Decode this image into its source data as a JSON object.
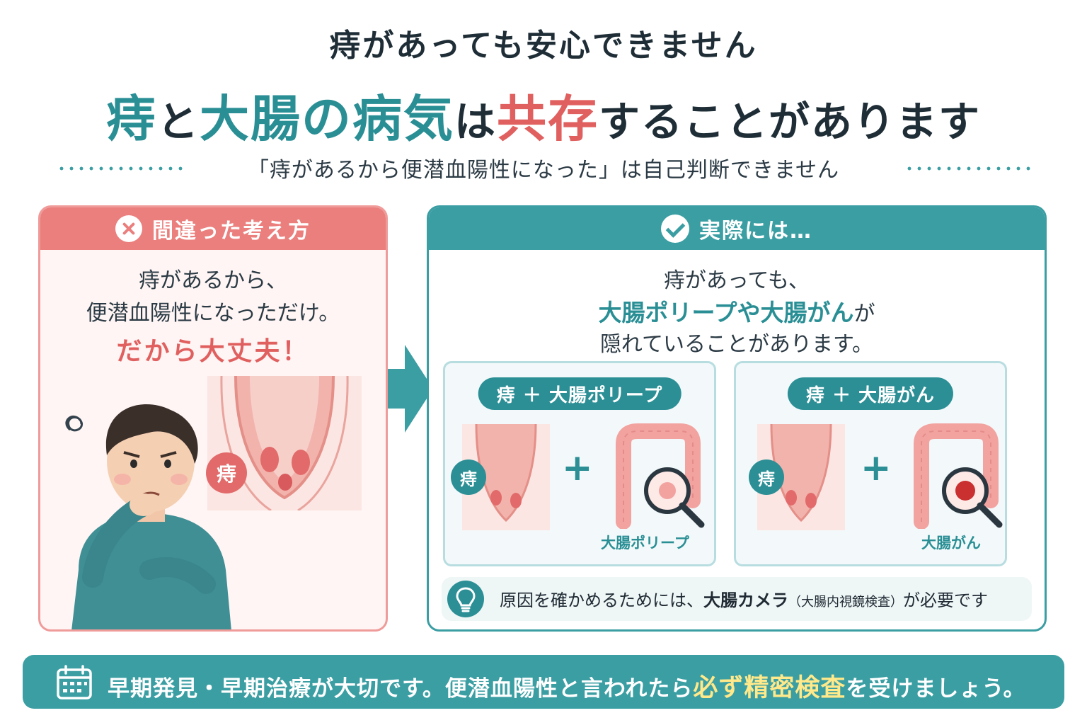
{
  "header": {
    "top_title": "痔があっても安心できません",
    "main_title": {
      "p1": "痔",
      "p2": "と",
      "p3": "大腸の病気",
      "p4": "は",
      "p5": "共存",
      "p6": "することがあります"
    },
    "subtitle": "「痔があるから便潜血陽性になった」は自己判断できません"
  },
  "left_panel": {
    "heading": "間違った考え方",
    "line1": "痔があるから、",
    "line2": "便潜血陽性になっただけ。",
    "emphasis": "だから大丈夫！",
    "badge": "痔"
  },
  "right_panel": {
    "heading": "実際には…",
    "line1": "痔があっても、",
    "line2_teal": "大腸ポリープや大腸がん",
    "line2_rest": "が",
    "line3": "隠れていることがあります。",
    "cards": [
      {
        "pill": "痔 ＋ 大腸ポリープ",
        "badge": "痔",
        "plus": "+",
        "caption": "大腸ポリープ"
      },
      {
        "pill": "痔 ＋ 大腸がん",
        "badge": "痔",
        "plus": "+",
        "caption": "大腸がん"
      }
    ],
    "tip": {
      "t1": "原因を確かめるためには、",
      "t2": "大腸カメラ",
      "t3": "（大腸内視鏡検査）",
      "t4": "が必要です"
    }
  },
  "banner": {
    "t1": "早期発見・早期治療が大切です。便潜血陽性と言われたら",
    "t2": "必ず精密検査",
    "t3": "を受けましょう。"
  },
  "colors": {
    "teal": "#3a9ea3",
    "red": "#e0605f",
    "highlight": "#ffe98a"
  }
}
